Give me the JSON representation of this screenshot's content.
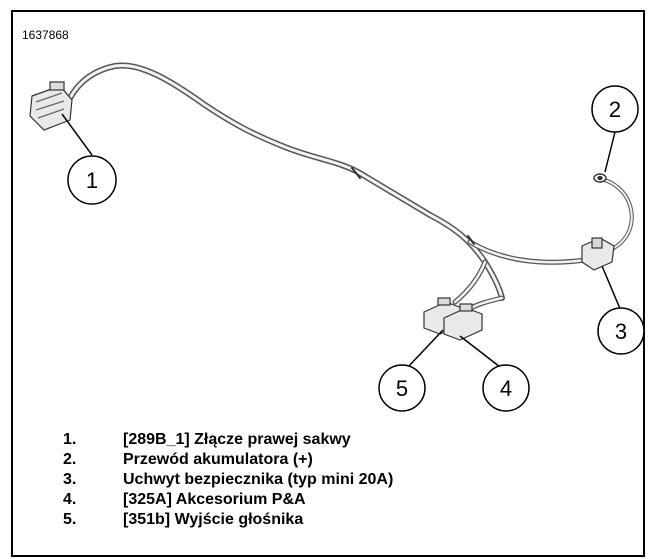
{
  "figure_id": "1637868",
  "callouts": [
    "1",
    "2",
    "3",
    "4",
    "5"
  ],
  "legend": [
    {
      "num": "1.",
      "text": "[289B_1] Złącze prawej sakwy"
    },
    {
      "num": "2.",
      "text": "Przewód akumulatora (+)"
    },
    {
      "num": "3.",
      "text": "Uchwyt bezpiecznika (typ mini 20A)"
    },
    {
      "num": "4.",
      "text": "[325A] Akcesorium P&A"
    },
    {
      "num": "5.",
      "text": "[351b] Wyjście głośnika"
    }
  ],
  "colors": {
    "line": "#000000",
    "wire": "#555555",
    "wire_fill": "#f2f2f2",
    "connector_fill": "#e9e9e9"
  },
  "icons": [
    "connector-18pin-icon",
    "ring-terminal-icon",
    "fuse-holder-icon",
    "connector-2pin-icon"
  ]
}
